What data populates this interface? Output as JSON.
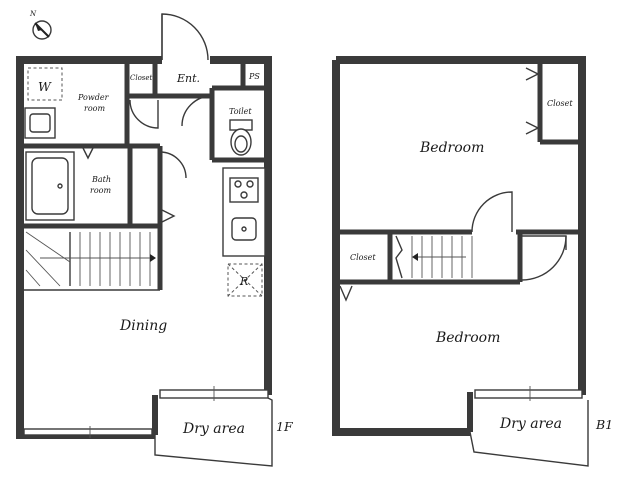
{
  "compass": {
    "label": "N"
  },
  "floor1": {
    "level": "1F",
    "rooms": {
      "washer": "W",
      "powder": [
        "Powder",
        "room"
      ],
      "closet": "Closet",
      "entrance": "Ent.",
      "ps": "PS",
      "toilet": "Toilet",
      "bath": [
        "Bath",
        "room"
      ],
      "refrigerator": "R",
      "dining": "Dining",
      "dry_area": "Dry area"
    }
  },
  "floorB1": {
    "level": "B1",
    "rooms": {
      "bedroom_upper": "Bedroom",
      "closet_right": "Closet",
      "closet_left": "Closet",
      "bedroom_lower": "Bedroom",
      "dry_area": "Dry area"
    }
  }
}
